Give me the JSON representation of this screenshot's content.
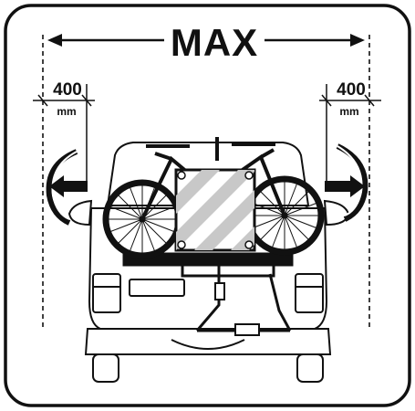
{
  "max_label": "MAX",
  "left_clearance": {
    "value": "400",
    "unit": "mm"
  },
  "right_clearance": {
    "value": "400",
    "unit": "mm"
  },
  "colors": {
    "line": "#111111",
    "background": "#ffffff",
    "warning_panel": "#c8c8c8"
  }
}
